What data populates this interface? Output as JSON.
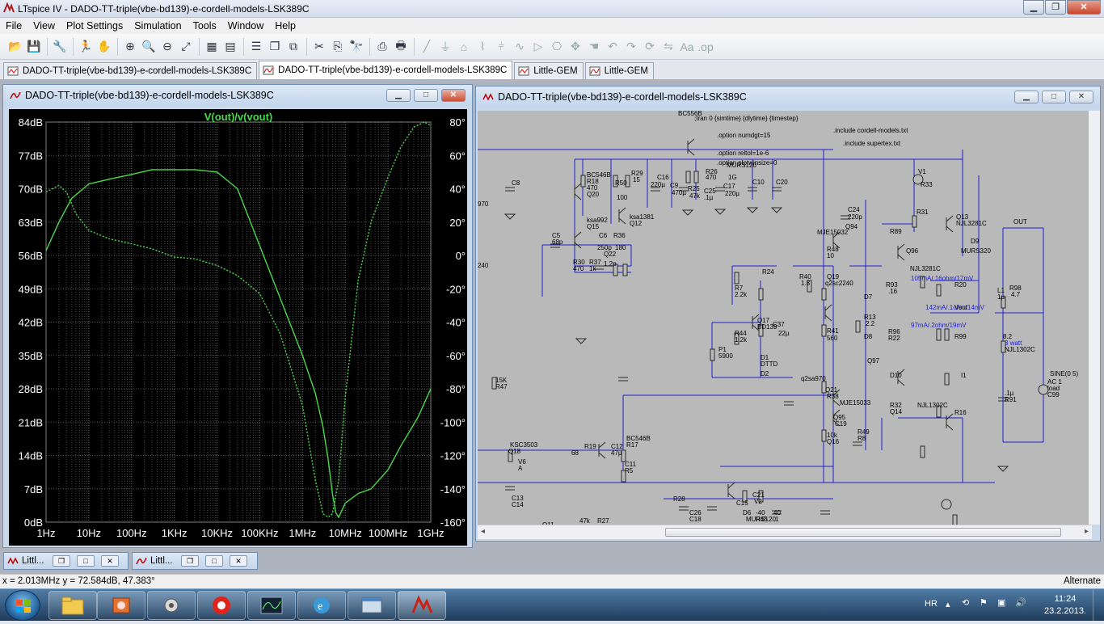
{
  "app": {
    "title": "LTspice IV - DADO-TT-triple(vbe-bd139)-e-cordell-models-LSK389C"
  },
  "menu": [
    "File",
    "View",
    "Plot Settings",
    "Simulation",
    "Tools",
    "Window",
    "Help"
  ],
  "tabs": [
    {
      "label": "DADO-TT-triple(vbe-bd139)-e-cordell-models-LSK389C",
      "kind": "schematic"
    },
    {
      "label": "DADO-TT-triple(vbe-bd139)-e-cordell-models-LSK389C",
      "kind": "plot"
    },
    {
      "label": "Little-GEM",
      "kind": "schematic"
    },
    {
      "label": "Little-GEM",
      "kind": "plot"
    }
  ],
  "plot_window": {
    "title": "DADO-TT-triple(vbe-bd139)-e-cordell-models-LSK389C",
    "trace_label": "V(out)/v(vout)"
  },
  "chart_data": {
    "type": "line",
    "title": "V(out)/v(vout)",
    "x_scale": "log",
    "x_ticks": [
      "1Hz",
      "10Hz",
      "100Hz",
      "1KHz",
      "10KHz",
      "100KHz",
      "1MHz",
      "10MHz",
      "100MHz",
      "1GHz"
    ],
    "y_left_ticks": [
      "84dB",
      "77dB",
      "70dB",
      "63dB",
      "56dB",
      "49dB",
      "42dB",
      "35dB",
      "28dB",
      "21dB",
      "14dB",
      "7dB",
      "0dB"
    ],
    "y_right_ticks": [
      "80°",
      "60°",
      "40°",
      "20°",
      "0°",
      "-20°",
      "-40°",
      "-60°",
      "-80°",
      "-100°",
      "-120°",
      "-140°",
      "-160°"
    ],
    "ylim_left": [
      0,
      84
    ],
    "ylim_right": [
      -160,
      80
    ],
    "grid": true,
    "series": [
      {
        "name": "magnitude",
        "style": "solid",
        "color": "#4cd94c",
        "x": [
          1,
          2,
          4,
          10,
          30,
          100,
          300,
          1000,
          3000,
          10000,
          30000,
          100000,
          300000,
          1000000,
          2000000,
          3000000,
          4000000,
          5000000,
          6000000,
          7000000,
          10000000,
          20000000,
          40000000,
          100000000,
          200000000,
          500000000,
          1000000000
        ],
        "y": [
          57,
          63,
          68,
          71,
          72,
          73,
          74,
          74,
          74,
          73.5,
          70,
          58,
          47,
          35,
          27,
          20,
          13,
          6,
          2,
          1,
          4,
          6,
          7,
          11,
          16,
          22,
          28
        ]
      },
      {
        "name": "phase",
        "style": "dashed",
        "color": "#4cd94c",
        "x": [
          1,
          2,
          3,
          5,
          10,
          30,
          100,
          300,
          1000,
          3000,
          10000,
          30000,
          100000,
          300000,
          1000000,
          2000000,
          3000000,
          4000000,
          5000000,
          7000000,
          10000000,
          20000000,
          40000000,
          100000000,
          200000000,
          400000000,
          700000000,
          1000000000
        ],
        "y": [
          38,
          42,
          38,
          25,
          15,
          10,
          7,
          4,
          -1,
          -2,
          -6,
          -12,
          -23,
          -47,
          -90,
          -135,
          -155,
          -157,
          -155,
          -135,
          -85,
          -15,
          20,
          47,
          65,
          77,
          80,
          78
        ]
      }
    ]
  },
  "schematic_window": {
    "title": "DADO-TT-triple(vbe-bd139)-e-cordell-models-LSK389C",
    "directives": [
      ";tran 0 {simtime} {dlytime} {timestep}",
      ".option numdgt=15",
      ".option reltol=1e-6",
      ".option plotwinsize=0",
      ".include cordell-models.txt",
      ".include supertex.txt"
    ],
    "labels": [
      {
        "t": "BC546B"
      },
      {
        "t": "R18"
      },
      {
        "t": "470"
      },
      {
        "t": "BC556B"
      },
      {
        "t": "Q20"
      },
      {
        "t": "R50"
      },
      {
        "t": "100"
      },
      {
        "t": "R29"
      },
      {
        "t": "15"
      },
      {
        "t": "C16"
      },
      {
        "t": "220µ"
      },
      {
        "t": "C9"
      },
      {
        "t": "470µ"
      },
      {
        "t": "R25"
      },
      {
        "t": "47k"
      },
      {
        "t": "C25"
      },
      {
        "t": ".1µ"
      },
      {
        "t": "R26"
      },
      {
        "t": "470"
      },
      {
        "t": "C17"
      },
      {
        "t": "220µ"
      },
      {
        "t": "C10"
      },
      {
        "t": "C20"
      },
      {
        "t": "MURS120"
      },
      {
        "t": "1G"
      },
      {
        "t": "C8"
      },
      {
        "t": "970"
      },
      {
        "t": "ksa1381"
      },
      {
        "t": "Q12"
      },
      {
        "t": "ksa992"
      },
      {
        "t": "Q15"
      },
      {
        "t": "C5"
      },
      {
        "t": "68p"
      },
      {
        "t": "C6"
      },
      {
        "t": "250p"
      },
      {
        "t": "R36"
      },
      {
        "t": "180"
      },
      {
        "t": "Q22"
      },
      {
        "t": "1.2p"
      },
      {
        "t": "R30"
      },
      {
        "t": "470"
      },
      {
        "t": "R37"
      },
      {
        "t": "1k"
      },
      {
        "t": "240"
      },
      {
        "t": "R24"
      },
      {
        "t": "R7"
      },
      {
        "t": "2.2k"
      },
      {
        "t": "Q17"
      },
      {
        "t": "BD139"
      },
      {
        "t": "C37"
      },
      {
        "t": "22µ"
      },
      {
        "t": "R44"
      },
      {
        "t": "1.2k"
      },
      {
        "t": "P1"
      },
      {
        "t": "5900"
      },
      {
        "t": "D1"
      },
      {
        "t": "DTTD"
      },
      {
        "t": "D2"
      },
      {
        "t": "R40"
      },
      {
        "t": "1.8"
      },
      {
        "t": "Q19"
      },
      {
        "t": "q2sc2240"
      },
      {
        "t": "R41"
      },
      {
        "t": "560"
      },
      {
        "t": "C24"
      },
      {
        "t": "220p"
      },
      {
        "t": "MJE15032"
      },
      {
        "t": "Q94"
      },
      {
        "t": "R48"
      },
      {
        "t": "10"
      },
      {
        "t": "D7"
      },
      {
        "t": "R13"
      },
      {
        "t": "2.2"
      },
      {
        "t": "D8"
      },
      {
        "t": "V1"
      },
      {
        "t": "R33"
      },
      {
        "t": "R31"
      },
      {
        "t": "Q13"
      },
      {
        "t": "NJL3281C"
      },
      {
        "t": "R89"
      },
      {
        "t": "Q96"
      },
      {
        "t": "NJL3281C"
      },
      {
        "t": "D9"
      },
      {
        "t": "MURS320"
      },
      {
        "t": "OUT"
      },
      {
        "t": "105mA/.16ohm/17mV"
      },
      {
        "t": "R93"
      },
      {
        "t": ".16"
      },
      {
        "t": "R20"
      },
      {
        "t": "142mA/.1ohm/14mV"
      },
      {
        "t": "Vout"
      },
      {
        "t": "L1"
      },
      {
        "t": "1µ"
      },
      {
        "t": "R98"
      },
      {
        "t": "4.7"
      },
      {
        "t": "97mA/.2ohm/19mV"
      },
      {
        "t": "R96"
      },
      {
        "t": "R22"
      },
      {
        "t": "R99"
      },
      {
        "t": "8.2"
      },
      {
        "t": "3 watt"
      },
      {
        "t": "NJL1302C"
      },
      {
        "t": "Q97"
      },
      {
        "t": "D10"
      },
      {
        "t": "I1"
      },
      {
        "t": "SINE(0 5)"
      },
      {
        "t": "AC 1"
      },
      {
        "t": "load"
      },
      {
        "t": "C99"
      },
      {
        "t": ".1µ"
      },
      {
        "t": "R91"
      },
      {
        "t": "R32"
      },
      {
        "t": "Q14"
      },
      {
        "t": "NJL1302C"
      },
      {
        "t": "R16"
      },
      {
        "t": "15K"
      },
      {
        "t": "R47"
      },
      {
        "t": "q2sa970"
      },
      {
        "t": "Q21"
      },
      {
        "t": "R38"
      },
      {
        "t": "MJE15033"
      },
      {
        "t": "Q95"
      },
      {
        "t": "C19"
      },
      {
        "t": "R49"
      },
      {
        "t": "R8"
      },
      {
        "t": "10k"
      },
      {
        "t": "Q16"
      },
      {
        "t": "KSC3503"
      },
      {
        "t": "Q18"
      },
      {
        "t": "BC546B"
      },
      {
        "t": "R17"
      },
      {
        "t": "R19"
      },
      {
        "t": "68"
      },
      {
        "t": "C12"
      },
      {
        "t": "47µ"
      },
      {
        "t": "C11"
      },
      {
        "t": "R5"
      },
      {
        "t": "V6"
      },
      {
        "t": "A"
      },
      {
        "t": "C13"
      },
      {
        "t": "C14"
      },
      {
        "t": "Q11"
      },
      {
        "t": "R27"
      },
      {
        "t": "47k"
      },
      {
        "t": "R28"
      },
      {
        "t": "C26"
      },
      {
        "t": "C18"
      },
      {
        "t": "C15"
      },
      {
        "t": "D6"
      },
      {
        "t": "MURS120"
      },
      {
        "t": "C21"
      },
      {
        "t": "V2"
      },
      {
        "t": "-40"
      },
      {
        "t": "R45"
      },
      {
        "t": "40"
      },
      {
        "t": "1"
      }
    ]
  },
  "minimized": [
    {
      "label": "Littl..."
    },
    {
      "label": "Littl..."
    }
  ],
  "status": {
    "cursor": "x = 2.013MHz    y = 72.584dB, 47.383°",
    "mode": "Alternate"
  },
  "tray": {
    "lang": "HR",
    "time": "11:24",
    "date": "23.2.2013."
  },
  "colors": {
    "plot_bg": "#000000",
    "trace": "#4cd94c",
    "grid": "#5f5f5f",
    "schematic_bg": "#b9b9b9",
    "wire": "#1f1fd0",
    "component": "#2a2a2a"
  }
}
